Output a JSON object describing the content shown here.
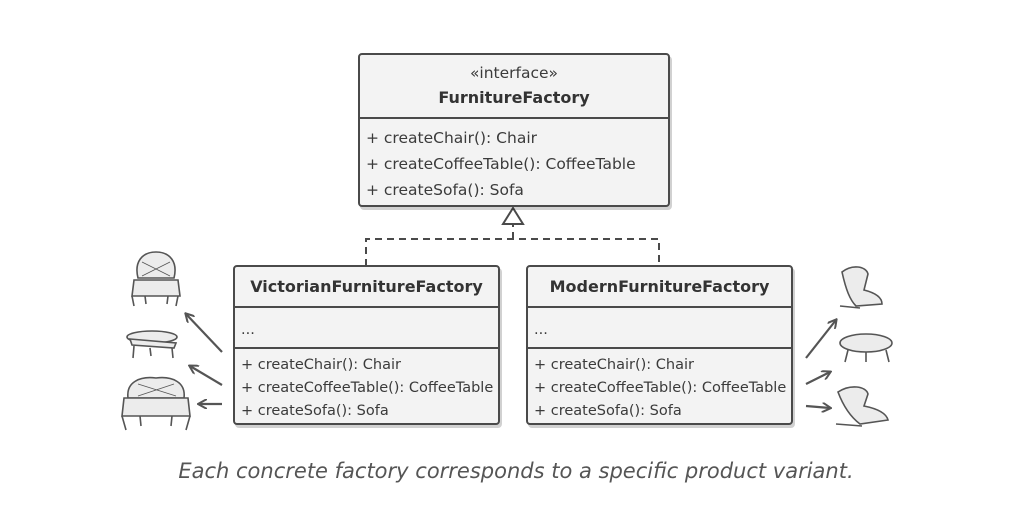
{
  "interface_box": {
    "stereotype": "«interface»",
    "name": "FurnitureFactory",
    "methods": [
      "+ createChair(): Chair",
      "+ createCoffeeTable(): CoffeeTable",
      "+ createSofa(): Sofa"
    ]
  },
  "victorian_box": {
    "name": "VictorianFurnitureFactory",
    "fields": "...",
    "methods": [
      "+ createChair(): Chair",
      "+ createCoffeeTable(): CoffeeTable",
      "+ createSofa(): Sofa"
    ]
  },
  "modern_box": {
    "name": "ModernFurnitureFactory",
    "fields": "...",
    "methods": [
      "+ createChair(): Chair",
      "+ createCoffeeTable(): CoffeeTable",
      "+ createSofa(): Sofa"
    ]
  },
  "caption": "Each concrete factory corresponds to a specific product variant.",
  "colors": {
    "border": "#4a4a4a",
    "fill": "#f3f3f3",
    "text": "#3b3b3b"
  },
  "icons": [
    "victorian-armchair-icon",
    "victorian-coffee-table-icon",
    "victorian-sofa-icon",
    "modern-chair-icon",
    "modern-coffee-table-icon",
    "modern-sofa-icon"
  ]
}
